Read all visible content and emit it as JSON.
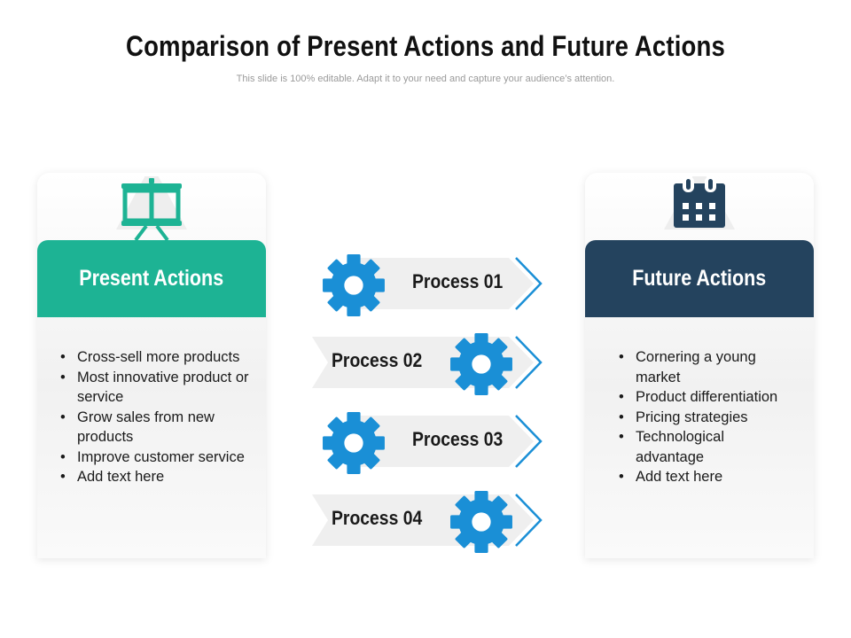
{
  "title": "Comparison of Present Actions and Future Actions",
  "subtitle": "This slide is 100% editable. Adapt it to your need and capture your audience’s attention.",
  "colors": {
    "present": "#1db394",
    "future": "#24435e",
    "gear": "#1a8fd6",
    "arrow": "#1a8fd6"
  },
  "left_panel": {
    "icon": "presentation-board-icon",
    "heading": "Present Actions",
    "bullets": [
      "Cross-sell more products",
      "Most innovative product or service",
      "Grow sales from new products",
      "Improve customer service",
      "Add text here"
    ]
  },
  "right_panel": {
    "icon": "calendar-icon",
    "heading": "Future Actions",
    "bullets": [
      "Cornering a young market",
      "Product differentiation",
      "Pricing strategies",
      "Technological advantage",
      "Add text here"
    ]
  },
  "processes": [
    {
      "label": "Process 01"
    },
    {
      "label": "Process 02"
    },
    {
      "label": "Process 03"
    },
    {
      "label": "Process 04"
    }
  ]
}
